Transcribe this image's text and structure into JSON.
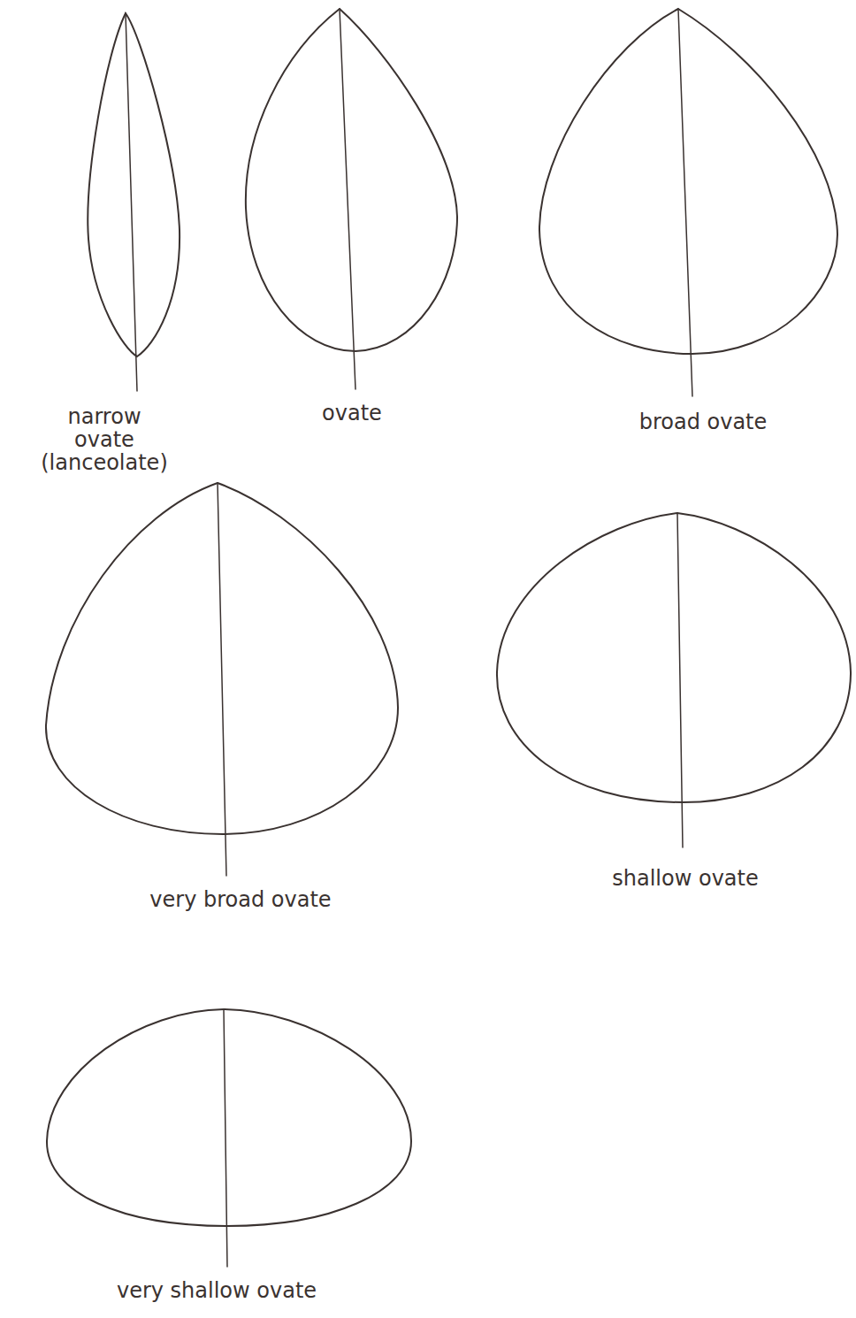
{
  "diagram": {
    "labels": [
      "narrow ovate (lanceolate)",
      "ovate",
      "broad ovate",
      "very broad ovate",
      "shallow ovate",
      "very shallow ovate"
    ]
  }
}
